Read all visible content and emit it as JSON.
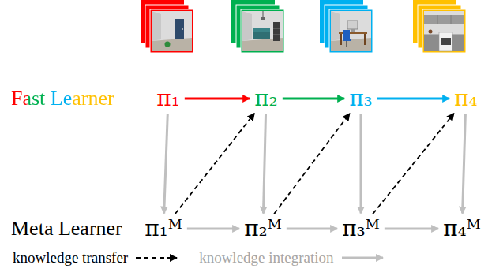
{
  "diagram": {
    "nodes": [
      {
        "text": [
          "π₁"
        ]
      },
      {
        "text": [
          "π₂"
        ]
      },
      {
        "text": [
          "π₃"
        ]
      },
      {
        "text": [
          "π₄"
        ]
      },
      {
        "text": [
          "π₁ᴹ"
        ]
      },
      {
        "text": [
          "π₂ᴹ"
        ]
      },
      {
        "text": [
          "π₃ᴹ"
        ]
      },
      {
        "text": [
          "π₄ᴹ"
        ]
      }
    ],
    "edges": [
      {
        "from": 0,
        "to": 1,
        "arrow": "to"
      },
      {
        "from": 1,
        "to": 2,
        "arrow": "to"
      },
      {
        "from": 2,
        "to": 3,
        "arrow": "to"
      },
      {
        "from": 0,
        "to": 4,
        "arrow": "to"
      },
      {
        "from": 1,
        "to": 5,
        "arrow": "to"
      },
      {
        "from": 2,
        "to": 6,
        "arrow": "to"
      },
      {
        "from": 3,
        "to": 7,
        "arrow": "to"
      },
      {
        "from": 4,
        "to": 1,
        "arrow": "to"
      },
      {
        "from": 5,
        "to": 2,
        "arrow": "to"
      },
      {
        "from": 6,
        "to": 3,
        "arrow": "to"
      },
      {
        "from": 4,
        "to": 5,
        "arrow": "to"
      },
      {
        "from": 5,
        "to": 6,
        "arrow": "to"
      },
      {
        "from": 6,
        "to": 7,
        "arrow": "to"
      }
    ],
    "labels": [
      "Fast Learner",
      "Meta Learner"
    ],
    "legend": [
      {
        "text": "knowledge transfer"
      },
      {
        "text": "knowledge integration"
      }
    ]
  }
}
